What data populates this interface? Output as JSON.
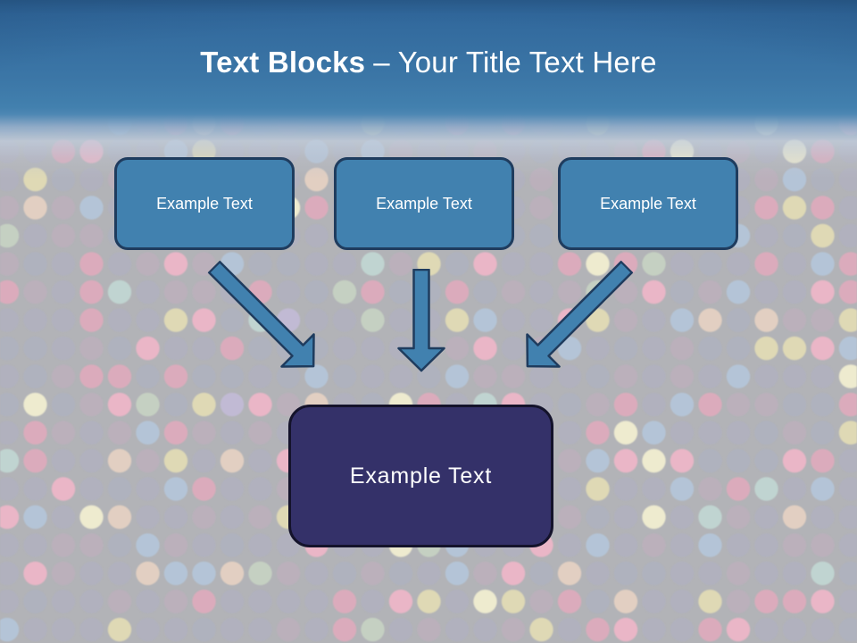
{
  "title": {
    "bold": "Text Blocks",
    "rest": "– Your Title Text Here"
  },
  "blocks": {
    "sources": [
      {
        "label": "Example Text"
      },
      {
        "label": "Example Text"
      },
      {
        "label": "Example Text"
      }
    ],
    "target": {
      "label": "Example Text"
    }
  },
  "colors": {
    "header_top": "#2a5c8c",
    "header_mid": "#3d77a6",
    "header_bottom": "#4b86b2",
    "shape_fill": "#4181af",
    "shape_stroke": "#1f3c5e",
    "target_fill": "#343169",
    "target_stroke": "#14132b",
    "background_base": "#b2b3b7",
    "title_text": "#ffffff",
    "block_text": "#ffffff"
  },
  "background_dots": {
    "palette": [
      {
        "color": "rgba(176,176,198,0.50)",
        "weight": 0.32
      },
      {
        "color": "rgba(170,178,200,0.45)",
        "weight": 0.16
      },
      {
        "color": "rgba(198,174,192,0.45)",
        "weight": 0.14
      },
      {
        "color": "rgba(236,168,190,0.70)",
        "weight": 0.09
      },
      {
        "color": "rgba(248,182,202,0.80)",
        "weight": 0.05
      },
      {
        "color": "rgba(238,230,180,0.75)",
        "weight": 0.05
      },
      {
        "color": "rgba(248,244,212,0.85)",
        "weight": 0.03
      },
      {
        "color": "rgba(182,206,232,0.65)",
        "weight": 0.06
      },
      {
        "color": "rgba(198,226,219,0.70)",
        "weight": 0.03
      },
      {
        "color": "rgba(246,220,198,0.70)",
        "weight": 0.04
      },
      {
        "color": "rgba(208,224,200,0.65)",
        "weight": 0.02
      },
      {
        "color": "rgba(200,190,224,0.70)",
        "weight": 0.01
      }
    ]
  }
}
